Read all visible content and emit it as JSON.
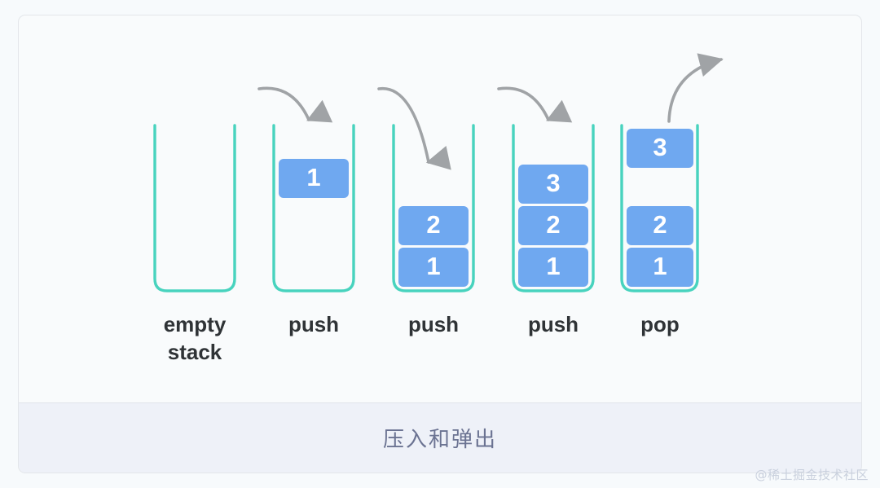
{
  "figure": {
    "caption": "压入和弹出",
    "watermark": "@稀土掘金技术社区",
    "colors": {
      "page_background": "#f7fafc",
      "card_background": "#f9fbfc",
      "card_border": "#e3e6ea",
      "container_stroke": "#48d3be",
      "block_fill": "#6fa8f0",
      "block_text": "#ffffff",
      "arrow": "#a0a3a6",
      "label_text": "#2f3336",
      "caption_background": "#eef1f8",
      "caption_text": "#6b7392",
      "watermark_text": "#c9d0dd"
    }
  },
  "chart_data": {
    "type": "diagram",
    "title": "压入和弹出",
    "description": "Stack push and pop operation sequence",
    "columns": [
      {
        "label": "empty stack",
        "label_lines": [
          "empty",
          "stack"
        ],
        "blocks": [],
        "arrow": "none"
      },
      {
        "label": "push",
        "label_lines": [
          "push"
        ],
        "blocks": [
          {
            "value": "1",
            "position": "top",
            "slot": 3
          }
        ],
        "arrow": "push-in"
      },
      {
        "label": "push",
        "label_lines": [
          "push"
        ],
        "blocks": [
          {
            "value": "2",
            "position": "stacked",
            "slot": 1
          },
          {
            "value": "1",
            "position": "stacked",
            "slot": 0
          }
        ],
        "arrow": "push-in"
      },
      {
        "label": "push",
        "label_lines": [
          "push"
        ],
        "blocks": [
          {
            "value": "3",
            "position": "stacked",
            "slot": 2
          },
          {
            "value": "2",
            "position": "stacked",
            "slot": 1
          },
          {
            "value": "1",
            "position": "stacked",
            "slot": 0
          }
        ],
        "arrow": "push-in"
      },
      {
        "label": "pop",
        "label_lines": [
          "pop"
        ],
        "blocks": [
          {
            "value": "3",
            "position": "lifted",
            "slot": 4
          },
          {
            "value": "2",
            "position": "stacked",
            "slot": 1
          },
          {
            "value": "1",
            "position": "stacked",
            "slot": 0
          }
        ],
        "arrow": "pop-out"
      }
    ]
  },
  "labels": {
    "col0": "empty",
    "col0b": "stack",
    "col1": "push",
    "col2": "push",
    "col3": "push",
    "col4": "pop"
  },
  "values": {
    "c1_b1": "1",
    "c2_b1": "2",
    "c2_b2": "1",
    "c3_b1": "3",
    "c3_b2": "2",
    "c3_b3": "1",
    "c4_b1": "3",
    "c4_b2": "2",
    "c4_b3": "1"
  }
}
